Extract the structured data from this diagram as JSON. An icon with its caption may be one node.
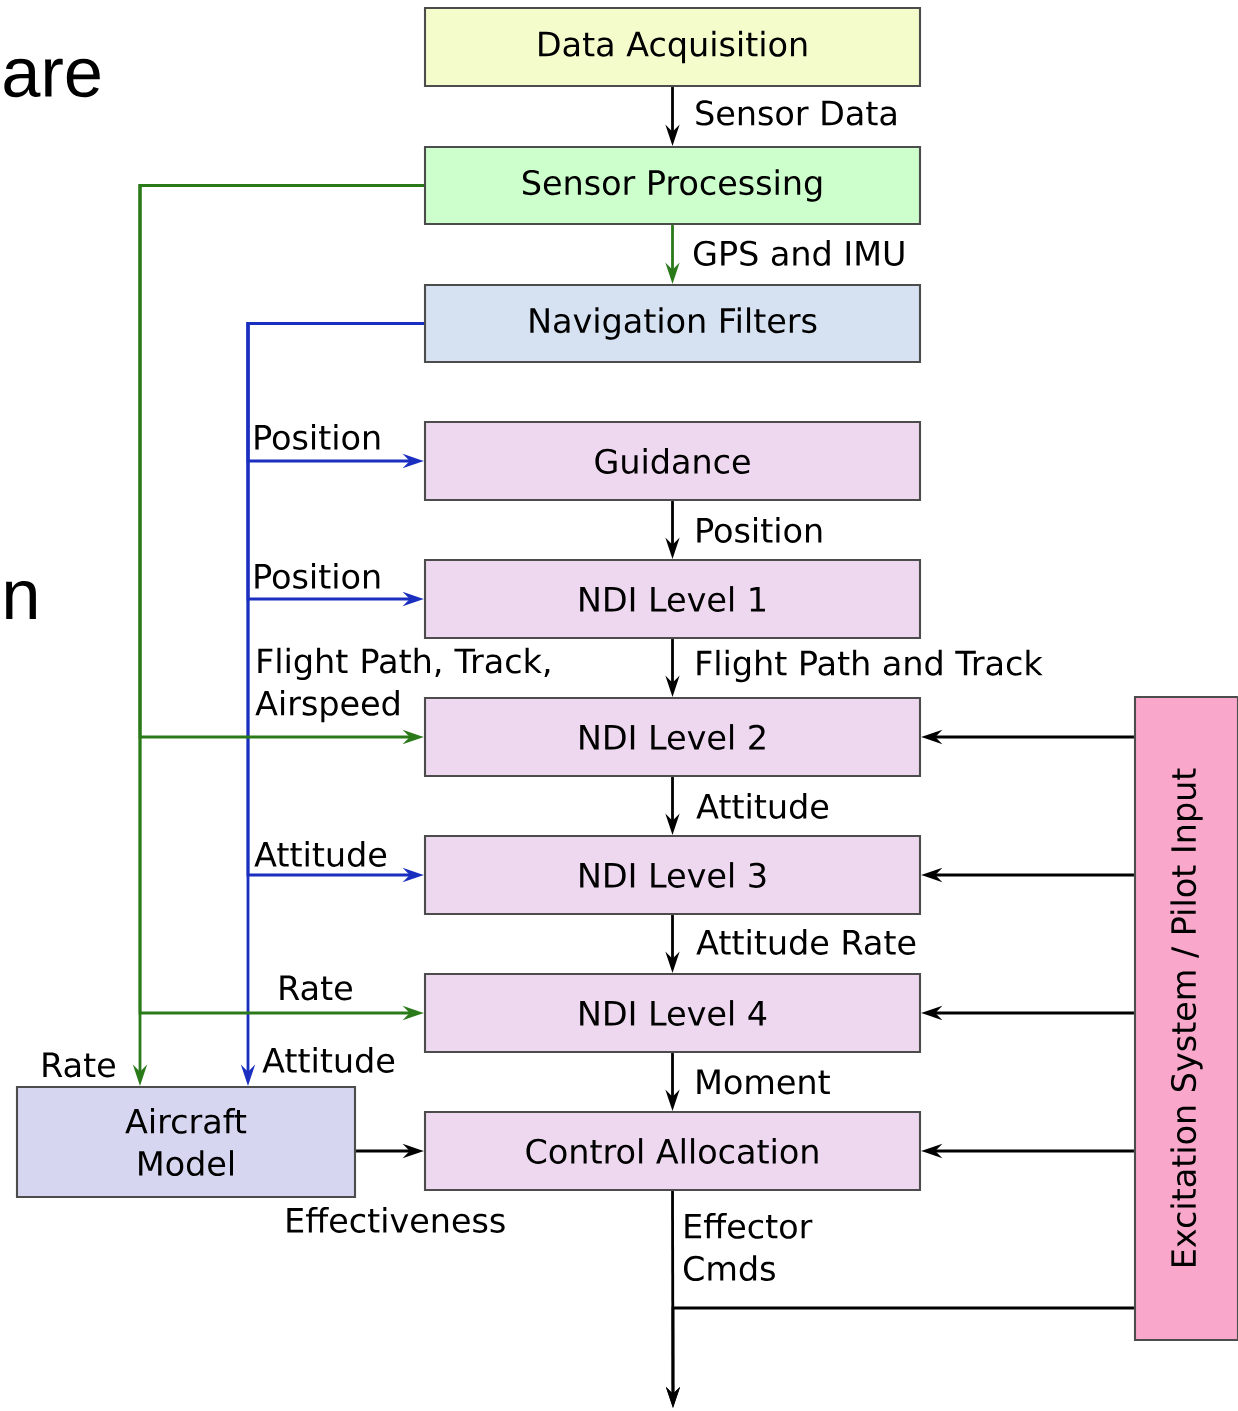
{
  "diagram": {
    "nodes": [
      {
        "text": [
          "Data Acquisition"
        ]
      },
      {
        "text": [
          "Sensor Processing"
        ]
      },
      {
        "text": [
          "Navigation Filters"
        ]
      },
      {
        "text": [
          "Guidance"
        ]
      },
      {
        "text": [
          "NDI Level 1"
        ]
      },
      {
        "text": [
          "NDI Level 2"
        ]
      },
      {
        "text": [
          "NDI Level 3"
        ]
      },
      {
        "text": [
          "NDI Level 4"
        ]
      },
      {
        "text": [
          "Control Allocation"
        ]
      },
      {
        "text": [
          "Aircraft Model"
        ]
      },
      {
        "text": [
          "Excitation System / Pilot Input"
        ]
      }
    ],
    "edges": [
      {
        "from": 0,
        "to": 1,
        "arrow": "to",
        "label": "Sensor Data"
      },
      {
        "from": 1,
        "to": 2,
        "arrow": "to",
        "label": "GPS and IMU",
        "color": "#2a7a1a"
      },
      {
        "from": 2,
        "to": 3,
        "arrow": "to",
        "label": "Position",
        "color": "#1a2fbf"
      },
      {
        "from": 2,
        "to": 4,
        "arrow": "to",
        "label": "Position",
        "color": "#1a2fbf"
      },
      {
        "from": 2,
        "to": 6,
        "arrow": "to",
        "label": "Attitude",
        "color": "#1a2fbf"
      },
      {
        "from": 2,
        "to": 9,
        "arrow": "to",
        "label": "Attitude",
        "color": "#1a2fbf"
      },
      {
        "from": 3,
        "to": 4,
        "arrow": "to",
        "label": "Position"
      },
      {
        "from": 1,
        "to": 5,
        "arrow": "to",
        "label": "Flight Path, Track, Airspeed",
        "color": "#2a7a1a"
      },
      {
        "from": 1,
        "to": 7,
        "arrow": "to",
        "label": "Rate",
        "color": "#2a7a1a"
      },
      {
        "from": 1,
        "to": 9,
        "arrow": "to",
        "label": "Rate",
        "color": "#2a7a1a"
      },
      {
        "from": 4,
        "to": 5,
        "arrow": "to",
        "label": "Flight Path and Track"
      },
      {
        "from": 5,
        "to": 6,
        "arrow": "to",
        "label": "Attitude"
      },
      {
        "from": 6,
        "to": 7,
        "arrow": "to",
        "label": "Attitude Rate"
      },
      {
        "from": 7,
        "to": 8,
        "arrow": "to",
        "label": "Moment"
      },
      {
        "from": 9,
        "to": 8,
        "arrow": "to",
        "label": "Effectiveness"
      },
      {
        "from": 10,
        "to": 5,
        "arrow": "to"
      },
      {
        "from": 10,
        "to": 6,
        "arrow": "to"
      },
      {
        "from": 10,
        "to": 7,
        "arrow": "to"
      },
      {
        "from": 10,
        "to": 8,
        "arrow": "to"
      },
      {
        "from": 8,
        "to": null,
        "arrow": "to",
        "label": "Effector Cmds"
      },
      {
        "from": 10,
        "to": null,
        "arrow": "to"
      }
    ],
    "labels": [
      "are",
      "n"
    ]
  }
}
